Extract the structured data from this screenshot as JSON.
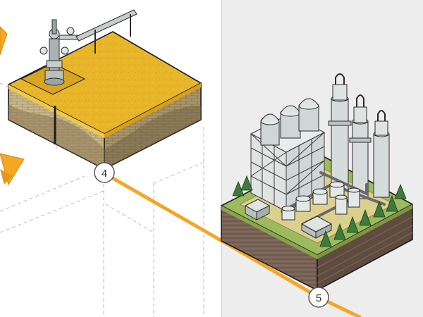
{
  "diagram": {
    "steps": [
      {
        "number": "4",
        "stage": "wellhead-on-oil-field-block"
      },
      {
        "number": "5",
        "stage": "refinery-on-terrain-block"
      }
    ],
    "colors": {
      "pipeline": "#f5a623",
      "arrow": "#f5a623",
      "oil_field_top": "#e8b62a",
      "refinery_ground": "#dcd08f",
      "grass": "#9cbb5f",
      "soil_brown": "#6b5348",
      "outline": "#1d1d1d",
      "right_panel": "#ededed",
      "step_marker_fill": "#ffffff",
      "step_marker_stroke": "#555555"
    },
    "icons": [
      "arrow-right-icon",
      "wellhead-icon",
      "refinery-tower-icon",
      "storage-tank-icon",
      "tree-icon"
    ]
  }
}
